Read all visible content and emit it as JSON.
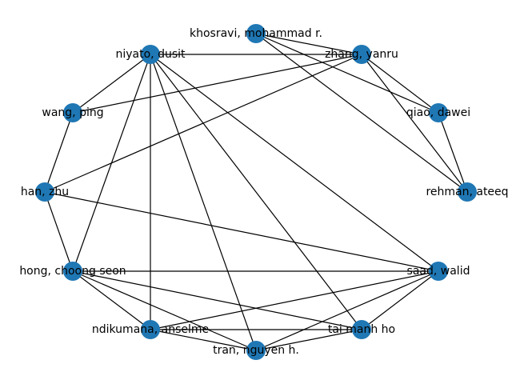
{
  "graph": {
    "node_color": "#1f77b4",
    "edge_color": "#000000",
    "nodes": [
      {
        "id": "khosravi",
        "label": "khosravi, mohammad r."
      },
      {
        "id": "zhang",
        "label": "zhang, yanru"
      },
      {
        "id": "qiao",
        "label": "qiao, dawei"
      },
      {
        "id": "rehman",
        "label": "rehman, ateeq"
      },
      {
        "id": "saad",
        "label": "saad, walid"
      },
      {
        "id": "tai",
        "label": "tai manh ho"
      },
      {
        "id": "tran",
        "label": "tran, nguyen h."
      },
      {
        "id": "ndikumana",
        "label": "ndikumana, anselme"
      },
      {
        "id": "hong",
        "label": "hong, choong seon"
      },
      {
        "id": "han",
        "label": "han, zhu"
      },
      {
        "id": "wang",
        "label": "wang, ping"
      },
      {
        "id": "niyato",
        "label": "niyato, dusit"
      }
    ],
    "edges": [
      [
        "khosravi",
        "zhang"
      ],
      [
        "khosravi",
        "qiao"
      ],
      [
        "khosravi",
        "rehman"
      ],
      [
        "zhang",
        "qiao"
      ],
      [
        "zhang",
        "rehman"
      ],
      [
        "qiao",
        "rehman"
      ],
      [
        "niyato",
        "zhang"
      ],
      [
        "niyato",
        "wang"
      ],
      [
        "niyato",
        "hong"
      ],
      [
        "niyato",
        "ndikumana"
      ],
      [
        "niyato",
        "tran"
      ],
      [
        "niyato",
        "tai"
      ],
      [
        "niyato",
        "saad"
      ],
      [
        "zhang",
        "wang"
      ],
      [
        "zhang",
        "han"
      ],
      [
        "wang",
        "han"
      ],
      [
        "han",
        "hong"
      ],
      [
        "han",
        "saad"
      ],
      [
        "hong",
        "saad"
      ],
      [
        "hong",
        "ndikumana"
      ],
      [
        "hong",
        "tran"
      ],
      [
        "hong",
        "tai"
      ],
      [
        "saad",
        "ndikumana"
      ],
      [
        "saad",
        "tran"
      ],
      [
        "saad",
        "tai"
      ],
      [
        "ndikumana",
        "tai"
      ],
      [
        "ndikumana",
        "tran"
      ],
      [
        "tran",
        "tai"
      ]
    ]
  }
}
